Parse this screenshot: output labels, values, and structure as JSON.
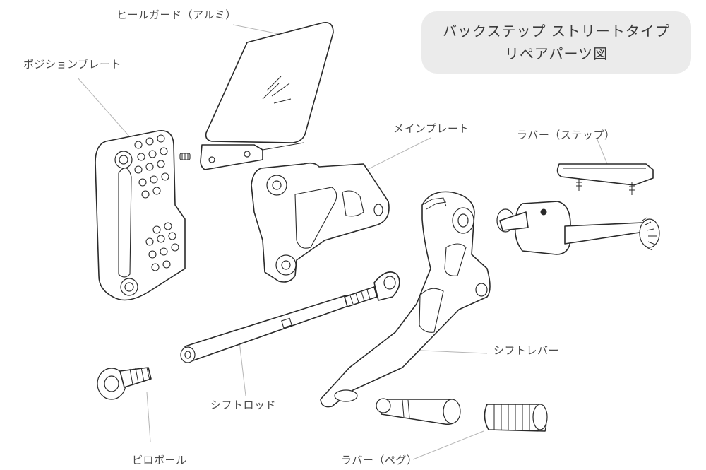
{
  "title": {
    "line1": "バックステップ ストリートタイプ",
    "line2": "リペアパーツ図"
  },
  "labels": {
    "heel_guard": "ヒールガード（アルミ）",
    "position_plate": "ポジションプレート",
    "main_plate": "メインプレート",
    "rubber_step": "ラバー（ステップ）",
    "shift_lever": "シフトレバー",
    "shift_rod": "シフトロッド",
    "pillow_ball": "ピロボール",
    "rubber_peg": "ラバー（ペグ）"
  }
}
